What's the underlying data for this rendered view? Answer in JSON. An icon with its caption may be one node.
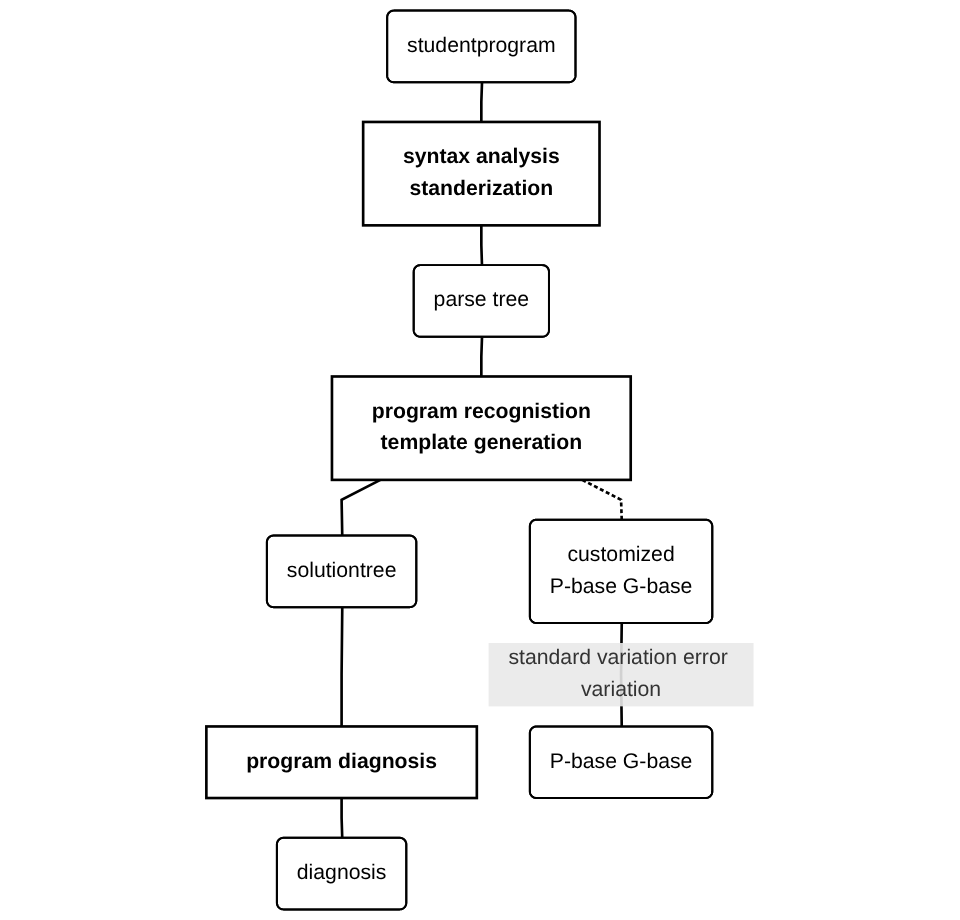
{
  "diagram": {
    "nodes": [
      {
        "text": [
          "studentprogram"
        ]
      },
      {
        "text": [
          "syntax analysis",
          "standerization"
        ]
      },
      {
        "text": [
          "parse tree"
        ]
      },
      {
        "text": [
          "program recognistion",
          "template generation"
        ]
      },
      {
        "text": [
          "solutiontree"
        ]
      },
      {
        "text": [
          "program diagnosis"
        ]
      },
      {
        "text": [
          "diagnosis"
        ]
      },
      {
        "text": [
          "customized",
          "P-base G-base"
        ]
      },
      {
        "text": [
          "P-base G-base"
        ]
      }
    ],
    "edges": [
      {
        "from": 0,
        "to": 1,
        "arrow": "none"
      },
      {
        "from": 1,
        "to": 2,
        "arrow": "none"
      },
      {
        "from": 2,
        "to": 3,
        "arrow": "none"
      },
      {
        "from": 3,
        "to": 4,
        "arrow": "none"
      },
      {
        "from": 4,
        "to": 5,
        "arrow": "none"
      },
      {
        "from": 5,
        "to": 6,
        "arrow": "none"
      },
      {
        "from": 3,
        "to": 7,
        "arrow": "none",
        "style": "dashed"
      },
      {
        "from": 7,
        "to": 8,
        "arrow": "none",
        "label": "standard variation error variation"
      }
    ]
  }
}
